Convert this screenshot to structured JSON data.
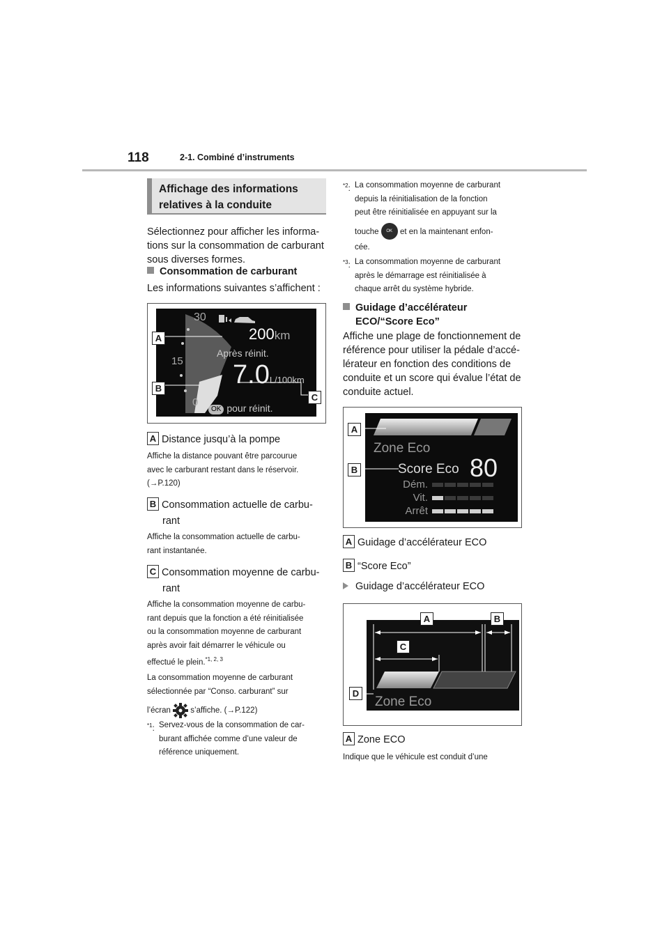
{
  "header": {
    "page_number": "118",
    "chapter": "2-1. Combiné d’instruments"
  },
  "left": {
    "section_title_line1": "Affichage des informations",
    "section_title_line2": "relatives à la conduite",
    "intro": [
      "Sélectionnez pour afficher les informa-",
      "tions sur la consommation de carburant",
      "sous diverses formes."
    ],
    "sub_heading": "Consommation de carburant",
    "sub_intro": "Les informations suivantes s’affichent :",
    "figure1": {
      "scale_30": "30",
      "scale_15": "15",
      "scale_0": "0",
      "range_value": "200",
      "range_unit": "km",
      "reset_label": "Après réinit.",
      "avg_value": "7.0",
      "avg_unit": "L/100km",
      "ok": "OK",
      "reset_hint": "pour réinit.",
      "labels": [
        "A",
        "B",
        "C"
      ]
    },
    "item_a": {
      "badge": "A",
      "title": "Distance jusqu’à la pompe",
      "desc": [
        "Affiche la distance pouvant être parcourue",
        "avec le carburant restant dans le réservoir.",
        "(→P.120)"
      ]
    },
    "item_b": {
      "badge": "B",
      "title1": "Consommation actuelle de carbu-",
      "title2": "rant",
      "desc": [
        "Affiche la consommation actuelle de carbu-",
        "rant instantanée."
      ]
    },
    "item_c": {
      "badge": "C",
      "title1": "Consommation moyenne de carbu-",
      "title2": "rant",
      "desc": [
        "Affiche la consommation moyenne de carbu-",
        "rant depuis que la fonction a été réinitialisée",
        "ou la consommation moyenne de carburant",
        "après avoir fait démarrer le véhicule ou",
        "effectué le plein."
      ],
      "desc_sup": "*1, 2, 3",
      "desc2": [
        "La consommation moyenne de carburant",
        "sélectionnée par “Conso. carburant” sur"
      ],
      "desc3_before": "l’écran",
      "desc3_after": "s’affiche. (→P.122)"
    },
    "note1": {
      "mark": "*1",
      "lines": [
        "Servez-vous de la consommation de car-",
        "burant affichée comme d’une valeur de",
        "référence uniquement."
      ]
    }
  },
  "right": {
    "note2": {
      "mark": "*2",
      "lines": [
        "La consommation moyenne de carburant",
        "depuis la réinitialisation de la fonction",
        "peut être réinitialisée en appuyant sur la"
      ],
      "touche": "touche",
      "after_icon": "et en la maintenant enfon-",
      "last": "cée."
    },
    "note3": {
      "mark": "*3",
      "lines": [
        "La consommation moyenne de carburant",
        "après le démarrage est réinitialisée à",
        "chaque arrêt du système hybride."
      ]
    },
    "sub_heading1": "Guidage d’accélérateur",
    "sub_heading2": "ECO/“Score Eco”",
    "para": [
      "Affiche une plage de fonctionnement de",
      "référence pour utiliser la pédale d’accé-",
      "lérateur en fonction des conditions de",
      "conduite et un score qui évalue l’état de",
      "conduite actuel."
    ],
    "figure2": {
      "zone": "Zone Eco",
      "score_label": "Score Eco",
      "score": "80",
      "rows": [
        "Dém.",
        "Vit.",
        "Arrêt"
      ],
      "row_levels": [
        0,
        1,
        5
      ],
      "labels": [
        "A",
        "B"
      ]
    },
    "item_a": {
      "badge": "A",
      "title": "Guidage d’accélérateur ECO"
    },
    "item_b": {
      "badge": "B",
      "title": "“Score Eco”"
    },
    "bullet": "Guidage d’accélérateur ECO",
    "figure3": {
      "zone": "Zone Eco",
      "labels": [
        "A",
        "B",
        "C",
        "D"
      ]
    },
    "item_a2": {
      "badge": "A",
      "title": "Zone ECO"
    },
    "last_line": "Indique que le véhicule est conduit d’une"
  }
}
